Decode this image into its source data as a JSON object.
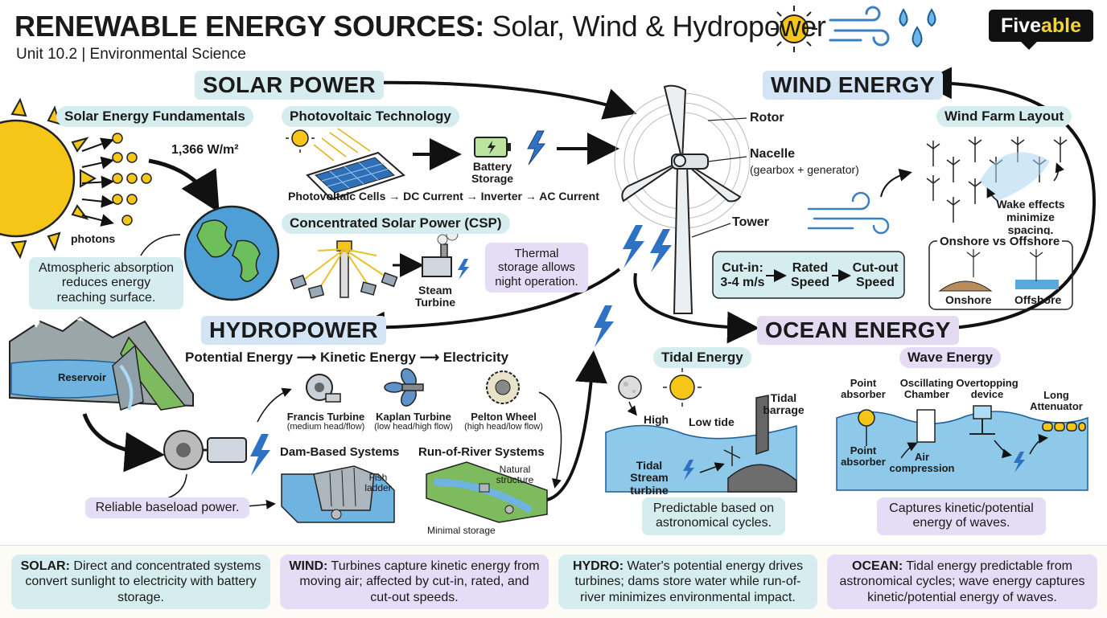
{
  "header": {
    "title_bold": "RENEWABLE ENERGY SOURCES:",
    "title_rest": "Solar, Wind & Hydropower",
    "subtitle": "Unit 10.2 | Environmental Science",
    "logo_a": "Five",
    "logo_b": "able"
  },
  "solar": {
    "heading": "SOLAR POWER",
    "fundamentals": "Solar Energy Fundamentals",
    "irradiance": "1,366 W/m²",
    "photons": "photons",
    "atmos_note": "Atmospheric absorption reduces energy reaching surface.",
    "pv_title": "Photovoltaic Technology",
    "battery": "Battery Storage",
    "pv_chain": "Photovoltaic Cells → DC Current → Inverter → AC Current",
    "csp_title": "Concentrated Solar Power (CSP)",
    "steam_turbine": "Steam Turbine",
    "thermal_note": "Thermal storage allows night operation."
  },
  "wind": {
    "heading": "WIND ENERGY",
    "rotor": "Rotor",
    "nacelle": "Nacelle",
    "nacelle_sub": "(gearbox + generator)",
    "tower": "Tower",
    "cutin": "Cut-in: 3-4 m/s",
    "rated": "Rated Speed",
    "cutout": "Cut-out Speed",
    "farm_title": "Wind Farm Layout",
    "wake_note": "Wake effects minimize spacing.",
    "on_off_title": "Onshore vs Offshore",
    "onshore": "Onshore",
    "offshore": "Offshore"
  },
  "hydro": {
    "heading": "HYDROPOWER",
    "chain": "Potential Energy ⟶ Kinetic Energy ⟶ Electricity",
    "reservoir": "Reservoir",
    "francis": "Francis Turbine",
    "francis_sub": "(medium head/flow)",
    "kaplan": "Kaplan Turbine",
    "kaplan_sub": "(low head/high flow)",
    "pelton": "Pelton Wheel",
    "pelton_sub": "(high head/low flow)",
    "dam_title": "Dam-Based Systems",
    "fish_ladder": "Fish ladder",
    "ror_title": "Run-of-River Systems",
    "natural": "Natural structure",
    "minimal": "Minimal storage",
    "baseload_note": "Reliable baseload power."
  },
  "ocean": {
    "heading": "OCEAN ENERGY",
    "tidal_title": "Tidal Energy",
    "high": "High",
    "low_tide": "Low tide",
    "tidal_barrage": "Tidal barrage",
    "tidal_stream": "Tidal Stream turbine",
    "tidal_note": "Predictable based on astronomical cycles.",
    "wave_title": "Wave Energy",
    "point_absorber": "Point absorber",
    "oscillating": "Oscillating Chamber",
    "overtopping": "Overtopping device",
    "attenuator": "Long Attenuator",
    "point_absorber2": "Point absorber",
    "air": "Air compression",
    "wave_note": "Captures kinetic/potential energy of waves."
  },
  "summary": {
    "solar_k": "SOLAR:",
    "solar_v": "Direct and concentrated systems convert sunlight to electricity with battery storage.",
    "wind_k": "WIND:",
    "wind_v": "Turbines capture kinetic energy from moving air; affected by cut-in, rated, and cut-out speeds.",
    "hydro_k": "HYDRO:",
    "hydro_v": "Water's potential energy drives turbines; dams store water while run-of-river minimizes environmental impact.",
    "ocean_k": "OCEAN:",
    "ocean_v": "Tidal energy predictable from astronomical cycles; wave energy captures kinetic/potential energy of waves."
  },
  "colors": {
    "teal_box": "#d5edee",
    "lavender_box": "#e5dcf6",
    "blue_heading": "#d3e5f4",
    "sun": "#f5c518",
    "water": "#7fbfe0",
    "bolt": "#2f72c4"
  },
  "icons": [
    "sun-icon",
    "wind-icon",
    "water-drops-icon",
    "lightning-icon",
    "battery-icon",
    "wind-turbine-icon",
    "moon-icon"
  ]
}
